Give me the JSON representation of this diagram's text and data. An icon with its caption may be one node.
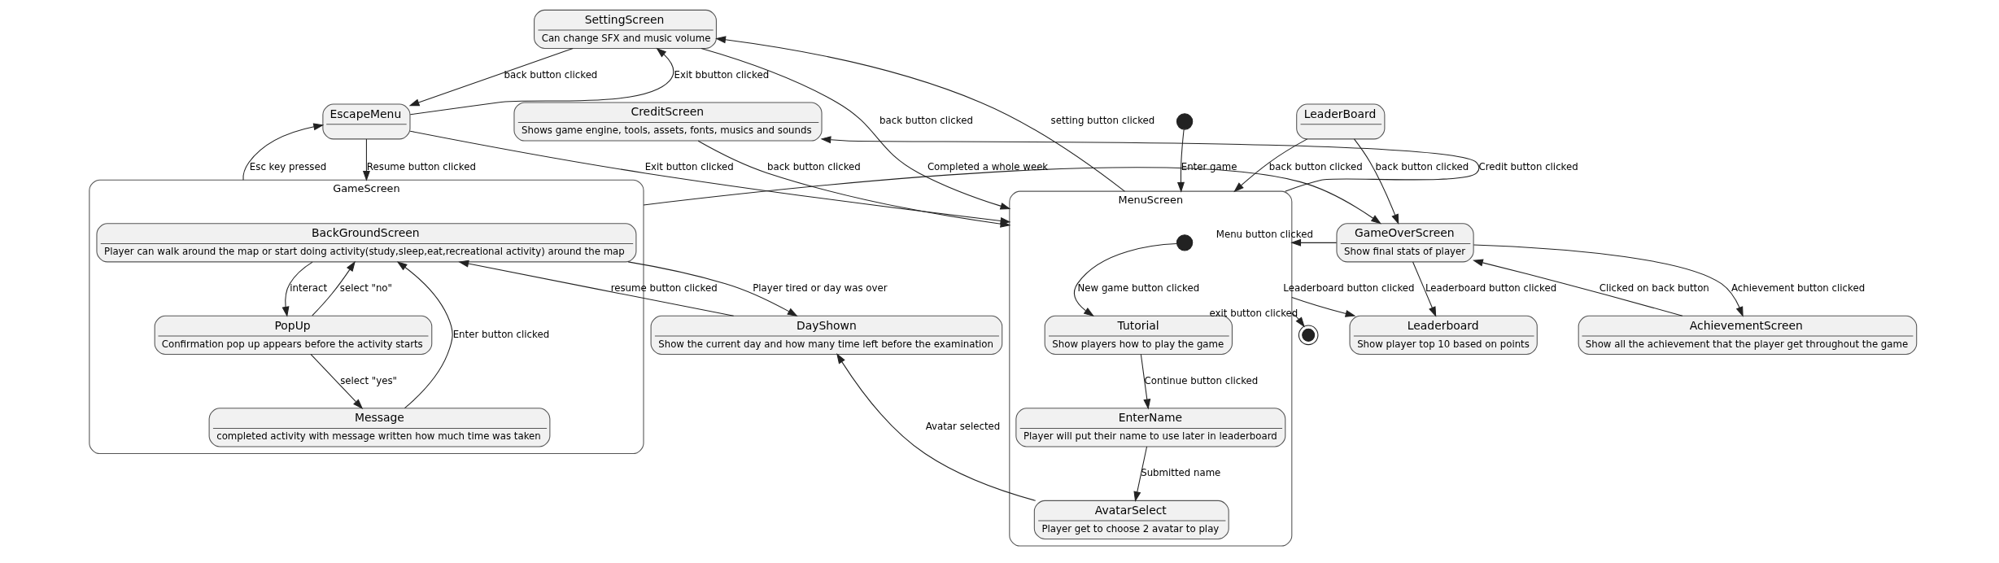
{
  "diagram": {
    "nodes": [
      {
        "text": [],
        "shape": "circle"
      },
      {
        "text": [
          "CreditScreen",
          "Shows game engine, tools, assets, fonts, musics and sounds"
        ]
      },
      {
        "text": [
          "SettingScreen",
          "Can change SFX and music volume"
        ]
      },
      {
        "text": [
          "LeaderBoard"
        ]
      },
      {
        "text": [
          "MenuScreen"
        ]
      },
      {
        "text": [],
        "shape": "circle",
        "in": 4
      },
      {
        "text": [
          "Tutorial",
          "Show players how to play the game"
        ],
        "in": 4
      },
      {
        "text": [
          "EnterName",
          "Player will put their name to use later in leaderboard"
        ],
        "in": 4
      },
      {
        "text": [
          "AvatarSelect",
          "Player get to choose 2 avatar to play"
        ],
        "in": 4
      },
      {
        "text": [
          "EscapeMenu"
        ]
      },
      {
        "text": [
          "GameOverScreen",
          "Show final stats of player"
        ]
      },
      {
        "text": [],
        "shape": "bullseye"
      },
      {
        "text": [
          "GameScreen"
        ]
      },
      {
        "text": [
          "BackGroundScreen",
          "Player can walk around the map or start doing activity(study,sleep,eat,recreational activity) around the map"
        ],
        "in": 12
      },
      {
        "text": [
          "PopUp",
          "Confirmation pop up appears before the activity starts"
        ],
        "in": 12
      },
      {
        "text": [
          "Message",
          "completed activity with message written how much time was taken"
        ],
        "in": 12
      },
      {
        "text": [
          "DayShown",
          "Show the current day and how many time left before the examination"
        ]
      },
      {
        "text": [
          "Leaderboard",
          "Show player top 10 based on points"
        ]
      },
      {
        "text": [
          "AchievementScreen",
          "Show all the achievement that the player get throughout the game"
        ]
      }
    ],
    "edges": [
      {
        "from": 0,
        "to": 4,
        "arrow": "to",
        "label": "Enter game"
      },
      {
        "from": 1,
        "to": 4,
        "arrow": "to",
        "label": "back button clicked"
      },
      {
        "from": 4,
        "to": 1,
        "arrow": "to",
        "label": "Credit button clicked"
      },
      {
        "from": 2,
        "to": 4,
        "arrow": "to",
        "label": "back button clicked"
      },
      {
        "from": 10,
        "to": 4,
        "arrow": "to",
        "label": "Menu button clicked"
      },
      {
        "from": 4,
        "to": 2,
        "arrow": "to",
        "label": "setting button clicked"
      },
      {
        "from": 9,
        "to": 2,
        "arrow": "to",
        "label": "Exit bbutton clicked"
      },
      {
        "from": 2,
        "to": 9,
        "arrow": "to",
        "label": "back button clicked"
      },
      {
        "from": 3,
        "to": 4,
        "arrow": "to",
        "label": "back button clicked"
      },
      {
        "from": 3,
        "to": 10,
        "arrow": "to",
        "label": "back button clicked"
      },
      {
        "from": 9,
        "to": 4,
        "arrow": "to",
        "label": "Exit button clicked"
      },
      {
        "from": 4,
        "to": 11,
        "arrow": "to",
        "label": "exit button clicked"
      },
      {
        "from": 12,
        "to": 9,
        "arrow": "to",
        "label": "Esc key pressed"
      },
      {
        "from": 9,
        "to": 12,
        "arrow": "to",
        "label": "Resume button clicked"
      },
      {
        "from": 4,
        "to": 17,
        "arrow": "to",
        "label": "Leaderboard button clicked"
      },
      {
        "from": 12,
        "to": 10,
        "arrow": "to",
        "label": "Completed a whole week"
      },
      {
        "from": 10,
        "to": 17,
        "arrow": "to",
        "label": "Leaderboard button clicked"
      },
      {
        "from": 10,
        "to": 18,
        "arrow": "to",
        "label": "Achievement button clicked"
      },
      {
        "from": 18,
        "to": 10,
        "arrow": "to",
        "label": "Clicked on back button"
      },
      {
        "from": 5,
        "to": 6,
        "arrow": "to",
        "label": "New game button clicked"
      },
      {
        "from": 6,
        "to": 7,
        "arrow": "to",
        "label": "Continue button clicked"
      },
      {
        "from": 7,
        "to": 8,
        "arrow": "to",
        "label": "Submitted name"
      },
      {
        "from": 8,
        "to": 16,
        "arrow": "to",
        "label": "Avatar selected"
      },
      {
        "from": 16,
        "to": 13,
        "arrow": "to",
        "label": "resume button clicked"
      },
      {
        "from": 13,
        "to": 16,
        "arrow": "to",
        "label": "Player tired or day was over"
      },
      {
        "from": 13,
        "to": 14,
        "arrow": "to",
        "label": "interact"
      },
      {
        "from": 14,
        "to": 13,
        "arrow": "to",
        "label": "select \"no\""
      },
      {
        "from": 14,
        "to": 15,
        "arrow": "to",
        "label": "select \"yes\""
      },
      {
        "from": 15,
        "to": 13,
        "arrow": "to",
        "label": "Enter button clicked"
      }
    ]
  }
}
